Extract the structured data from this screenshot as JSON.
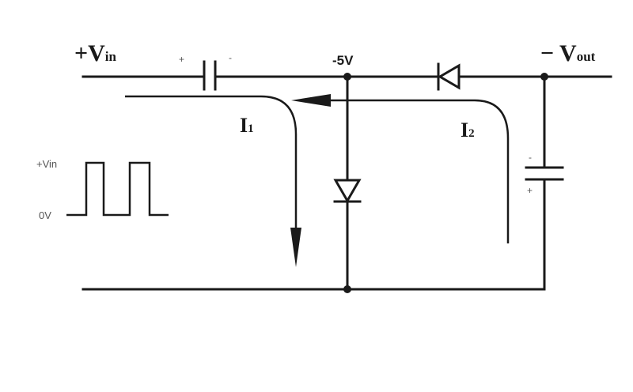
{
  "labels": {
    "vin_prefix": "+V",
    "vin_sub": "in",
    "vout_prefix": "− V",
    "vout_sub": "out",
    "node_voltage": "-5V",
    "i1_main": "I",
    "i1_sub": "1",
    "i2_main": "I",
    "i2_sub": "2",
    "cap1_plus": "+",
    "cap1_minus": "-",
    "cap2_minus": "-",
    "cap2_plus": "+",
    "wave_high": "+Vin",
    "wave_low": "0V"
  },
  "colors": {
    "ink": "#1a1a1a",
    "muted": "#555555",
    "background": "#ffffff"
  }
}
